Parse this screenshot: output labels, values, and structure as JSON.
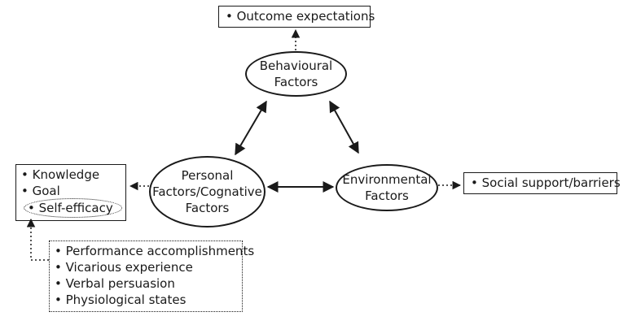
{
  "nodes": {
    "outcome": "• Outcome expectations",
    "behavioural": [
      "Behavioural",
      "Factors"
    ],
    "personal": [
      "Personal",
      "Factors/Cognative",
      "Factors"
    ],
    "environmental": [
      "Environmental",
      "Factors"
    ],
    "social": "• Social support/barriers",
    "knowledge": "• Knowledge",
    "goal": "• Goal",
    "self_efficacy": "• Self-efficacy",
    "sources": [
      "• Performance accomplishments",
      "• Vicarious experience",
      "• Verbal persuasion",
      "• Physiological states"
    ]
  }
}
